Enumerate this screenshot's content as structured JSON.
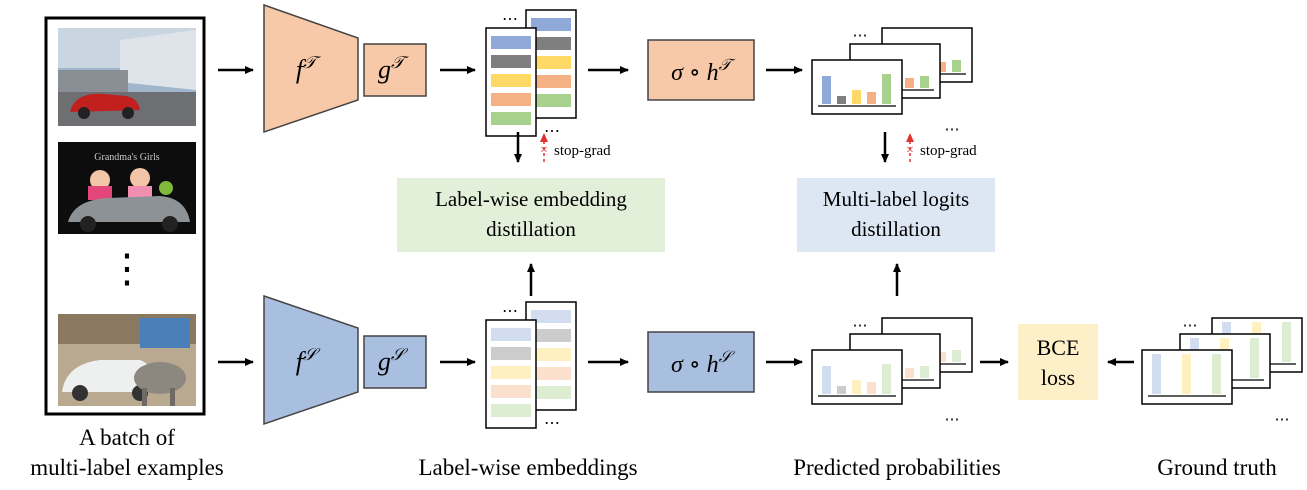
{
  "batch": {
    "caption_line1": "A batch of",
    "caption_line2": "multi-label examples",
    "photo2_text": "Grandma's Girls",
    "ellipsis": "⋮"
  },
  "teacher": {
    "f_base": "f",
    "f_sup": "𝒯",
    "g_base": "g",
    "g_sup": "𝒯",
    "head_base": "σ ∘ h",
    "head_sup": "𝒯",
    "color": "#f7c9a8"
  },
  "student": {
    "f_base": "f",
    "f_sup": "𝒮",
    "g_base": "g",
    "g_sup": "𝒮",
    "head_base": "σ ∘ h",
    "head_sup": "𝒮",
    "color": "#a9bfe0"
  },
  "stop_grad": "stop-grad",
  "dots": "⋯",
  "distill": {
    "embedding_line1": "Label-wise embedding",
    "embedding_line2": "distillation",
    "logits_line1": "Multi-label logits",
    "logits_line2": "distillation",
    "embedding_bg": "#e2efd9",
    "logits_bg": "#dde7f4"
  },
  "bce": {
    "line1": "BCE",
    "line2": "loss",
    "bg": "#fdefc8"
  },
  "captions": {
    "embeddings": "Label-wise embeddings",
    "probabilities": "Predicted probabilities",
    "ground_truth": "Ground truth"
  },
  "colors": {
    "embedding_rows": [
      "#8fa9d9",
      "#7f7f7f",
      "#ffd966",
      "#f4b183",
      "#a9d18e"
    ],
    "arrow": "#000000",
    "stop_grad_arrow": "#e03030"
  }
}
